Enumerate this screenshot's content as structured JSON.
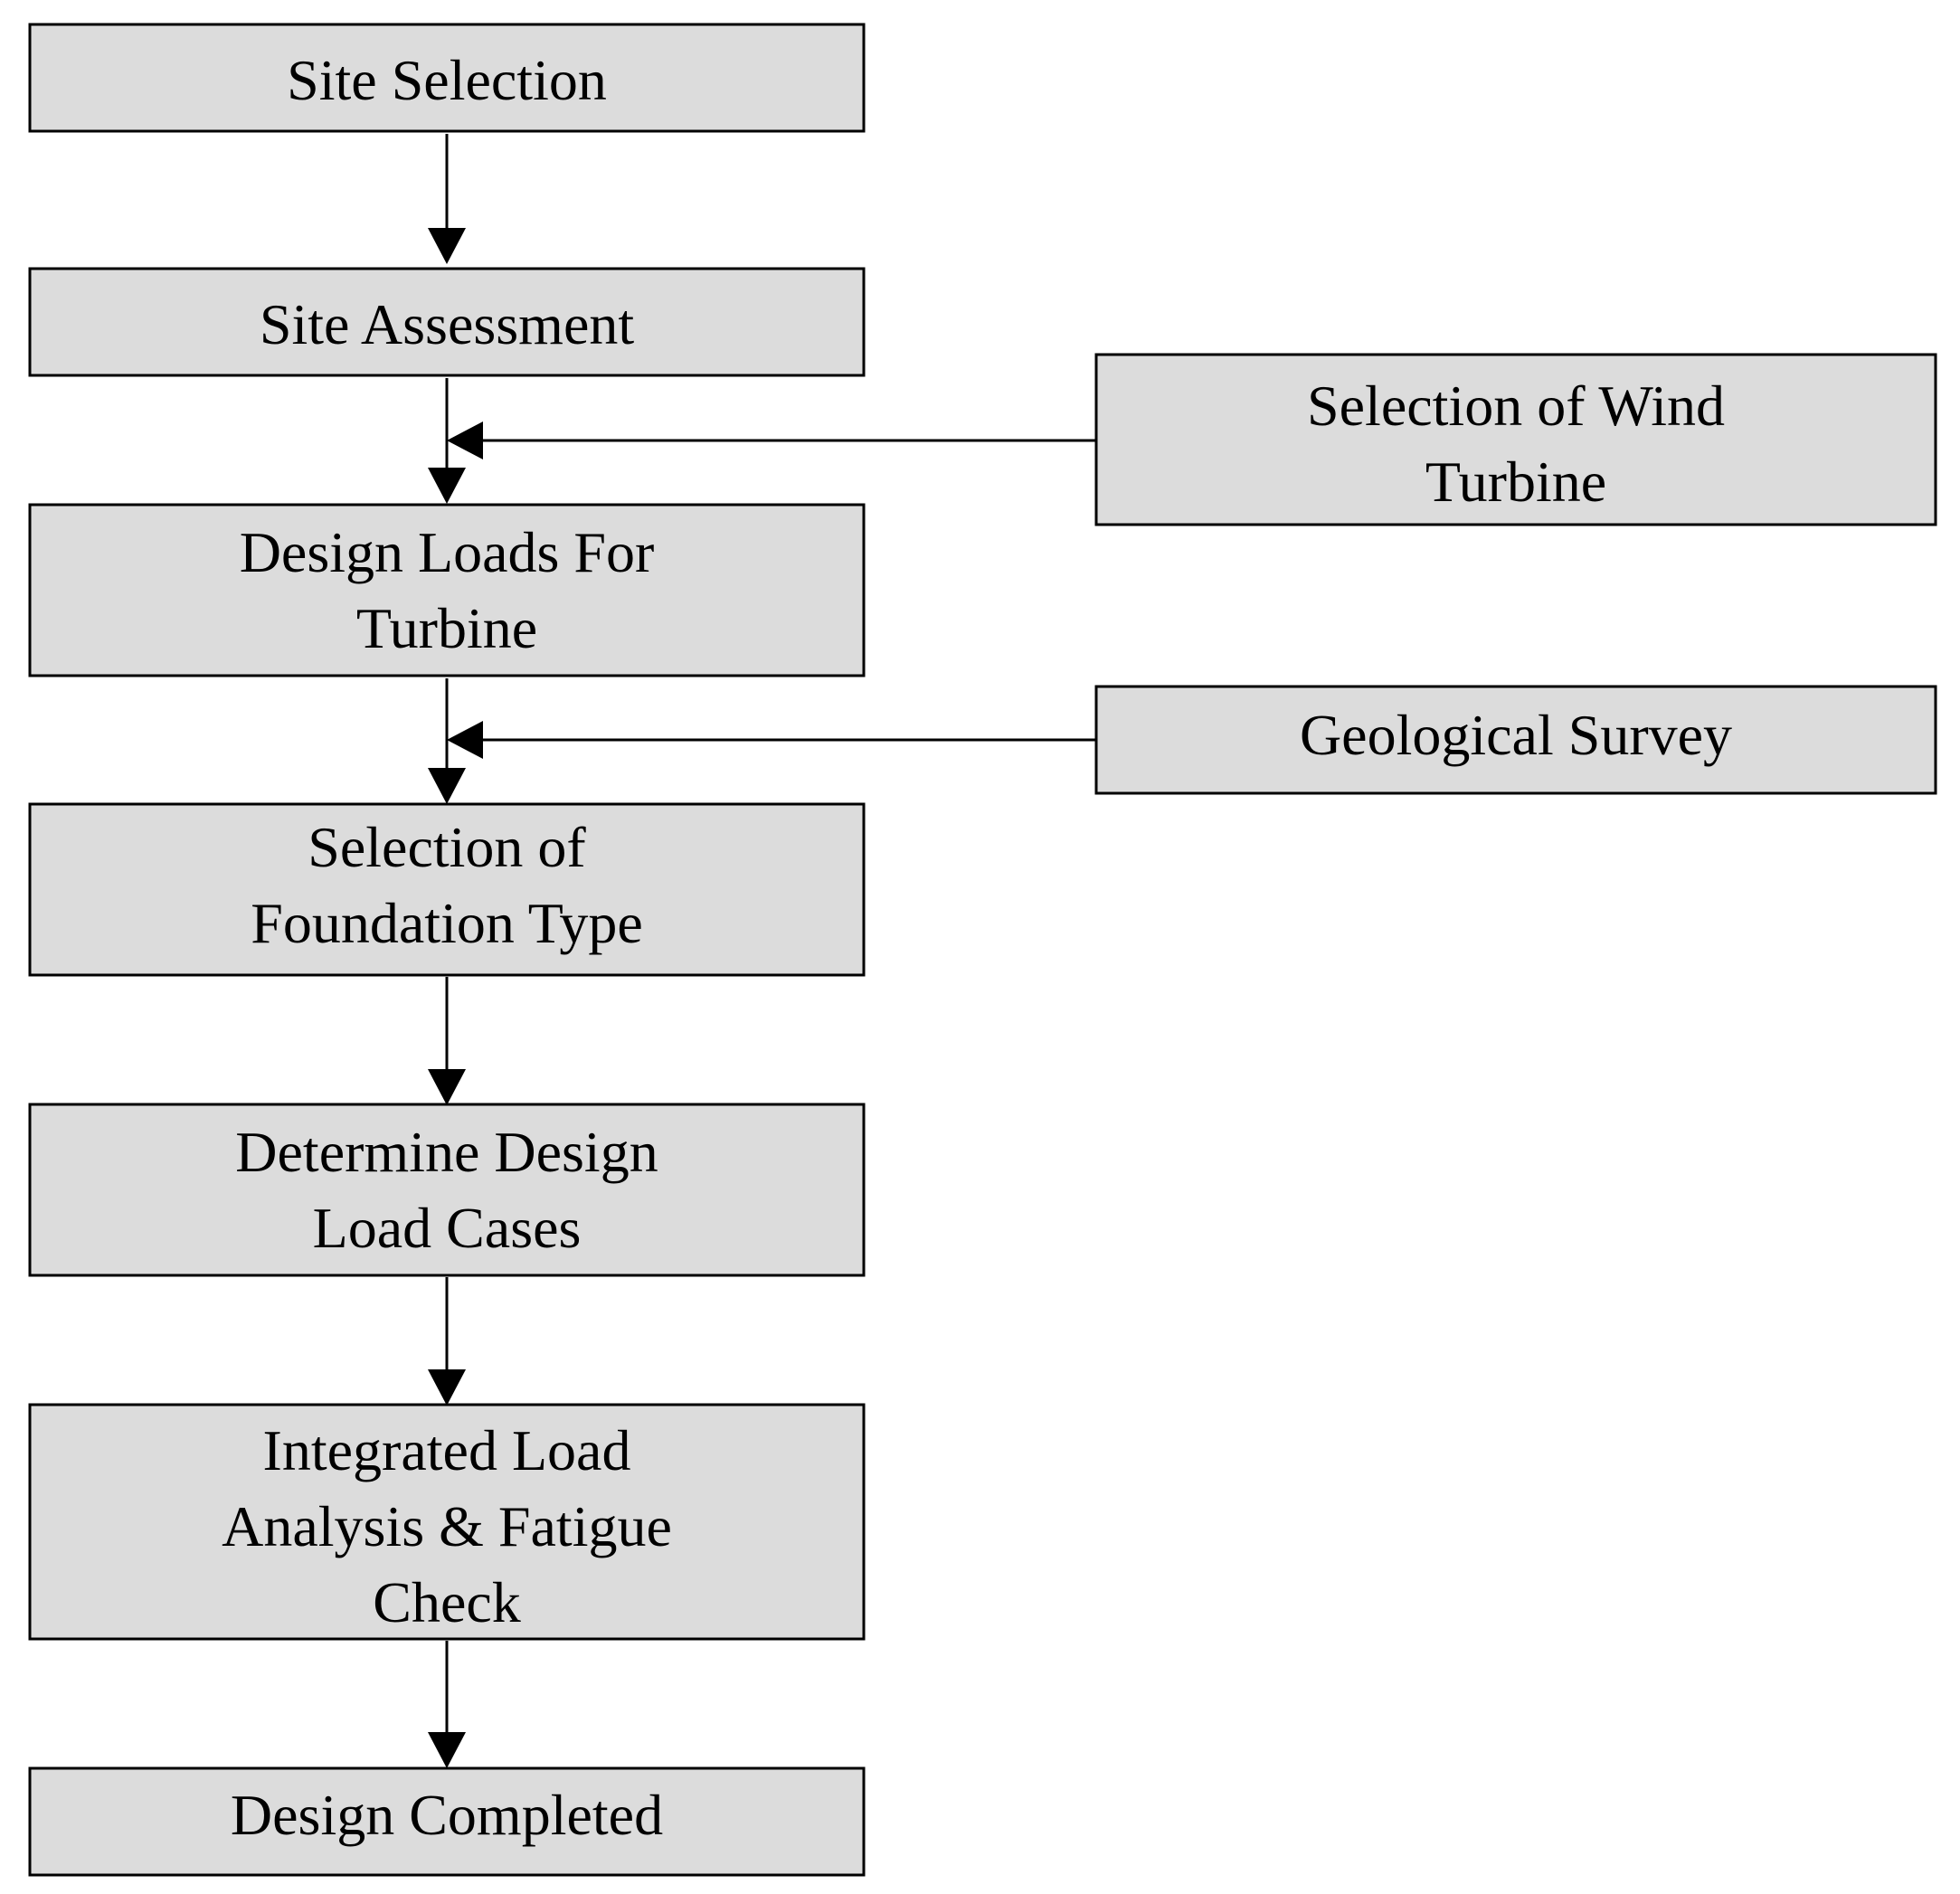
{
  "nodes": [
    {
      "id": "site-selection",
      "lines": [
        "Site Selection"
      ]
    },
    {
      "id": "site-assessment",
      "lines": [
        "Site Assessment"
      ]
    },
    {
      "id": "design-loads-for-turbine",
      "lines": [
        "Design Loads For",
        "Turbine"
      ]
    },
    {
      "id": "selection-of-foundation-type",
      "lines": [
        "Selection of",
        "Foundation Type"
      ]
    },
    {
      "id": "determine-design-load-cases",
      "lines": [
        "Determine Design",
        "Load Cases"
      ]
    },
    {
      "id": "integrated-load-analysis",
      "lines": [
        "Integrated Load",
        "Analysis & Fatigue",
        "Check"
      ]
    },
    {
      "id": "design-completed",
      "lines": [
        "Design Completed"
      ]
    },
    {
      "id": "selection-of-wind-turbine",
      "lines": [
        "Selection of Wind",
        "Turbine"
      ]
    },
    {
      "id": "geological-survey",
      "lines": [
        "Geological Survey"
      ]
    }
  ],
  "edges": [
    {
      "from": "site-selection",
      "to": "site-assessment"
    },
    {
      "from": "site-assessment",
      "to": "design-loads-for-turbine"
    },
    {
      "from": "selection-of-wind-turbine",
      "to": "site-assessment-design-loads-link"
    },
    {
      "from": "design-loads-for-turbine",
      "to": "selection-of-foundation-type"
    },
    {
      "from": "geological-survey",
      "to": "design-loads-foundation-link"
    },
    {
      "from": "selection-of-foundation-type",
      "to": "determine-design-load-cases"
    },
    {
      "from": "determine-design-load-cases",
      "to": "integrated-load-analysis"
    },
    {
      "from": "integrated-load-analysis",
      "to": "design-completed"
    }
  ]
}
